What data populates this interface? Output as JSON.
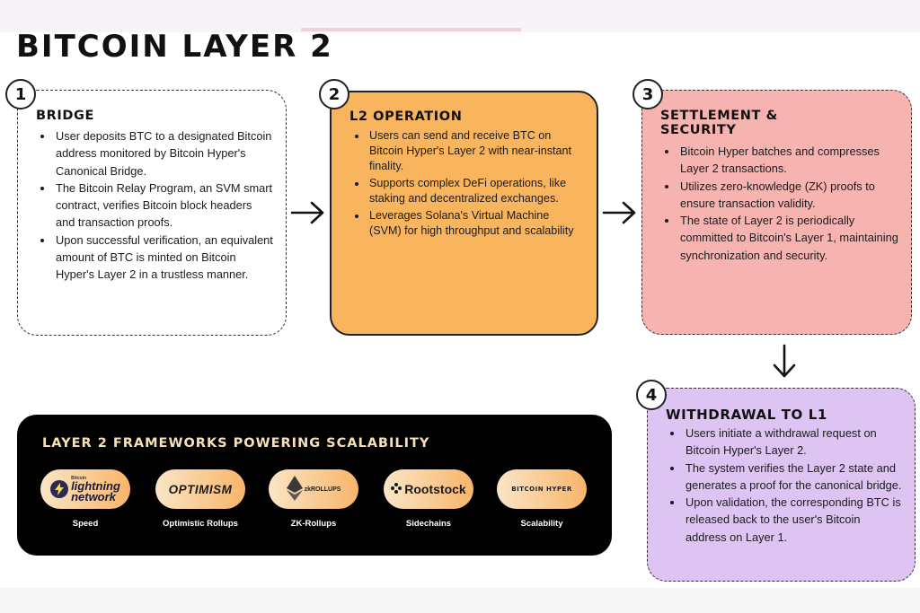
{
  "title": "BITCOIN LAYER 2",
  "steps": [
    {
      "number": "1",
      "heading": "BRIDGE",
      "bullets": [
        "User deposits BTC to a designated Bitcoin address monitored by Bitcoin Hyper's Canonical Bridge.",
        "The Bitcoin Relay Program, an SVM smart contract, verifies Bitcoin block headers and transaction proofs.",
        "Upon successful verification, an equivalent amount of BTC is minted on Bitcoin Hyper's Layer 2 in a trustless manner."
      ]
    },
    {
      "number": "2",
      "heading": "L2 OPERATION",
      "bullets": [
        "Users can send and receive BTC on Bitcoin Hyper's Layer 2 with near-instant finality.",
        "Supports complex DeFi operations, like staking and decentralized exchanges.",
        "Leverages Solana's Virtual Machine (SVM) for high throughput and scalability"
      ]
    },
    {
      "number": "3",
      "heading": "SETTLEMENT & SECURITY",
      "bullets": [
        "Bitcoin Hyper batches and compresses Layer 2 transactions.",
        "Utilizes zero-knowledge (ZK) proofs to ensure transaction validity.",
        "The state of Layer 2 is periodically committed to Bitcoin's Layer 1, maintaining synchronization and security."
      ]
    },
    {
      "number": "4",
      "heading": "WITHDRAWAL TO L1",
      "bullets": [
        "Users initiate a withdrawal request on Bitcoin Hyper's Layer 2.",
        "The system verifies the Layer 2 state and generates a proof for the canonical bridge.",
        "Upon validation, the corresponding BTC is released back to the user's Bitcoin address on Layer 1."
      ]
    }
  ],
  "frameworks": {
    "heading": "LAYER 2 FRAMEWORKS POWERING SCALABILITY",
    "items": [
      {
        "logo_line1": "lightning",
        "logo_line2": "network",
        "logo_small": "Bitcoin",
        "caption": "Speed",
        "icon": "lightning-bolt-icon"
      },
      {
        "logo": "OPTIMISM",
        "caption": "Optimistic Rollups"
      },
      {
        "logo": "zkROLLUPS",
        "caption": "ZK-Rollups",
        "icon": "ethereum-diamond-icon"
      },
      {
        "logo": "Rootstock",
        "caption": "Sidechains",
        "icon": "rootstock-icon"
      },
      {
        "logo": "BITCOIN HYPER",
        "caption": "Scalability"
      }
    ]
  },
  "colors": {
    "l2_operation": "#f9b45e",
    "settlement": "#f6b3b0",
    "withdrawal": "#ddc4f3",
    "framework_panel": "#000000",
    "framework_heading": "#f6e1b4"
  }
}
